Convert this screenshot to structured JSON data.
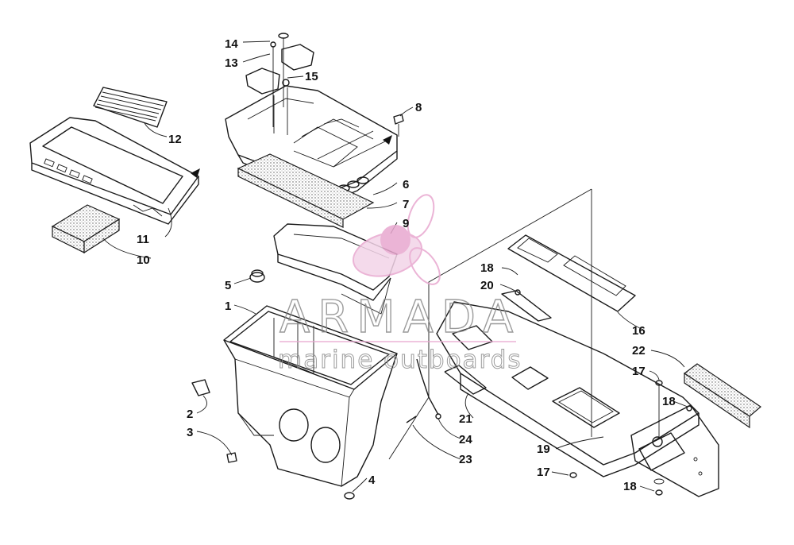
{
  "diagram": {
    "callouts": {
      "c1": "1",
      "c2": "2",
      "c3": "3",
      "c4": "4",
      "c5": "5",
      "c6": "6",
      "c7": "7",
      "c8": "8",
      "c9": "9",
      "c10": "10",
      "c11": "11",
      "c12": "12",
      "c13": "13",
      "c14": "14",
      "c15": "15",
      "c16": "16",
      "c17a": "17",
      "c17b": "17",
      "c18a": "18",
      "c18b": "18",
      "c18c": "18",
      "c19": "19",
      "c20": "20",
      "c21": "21",
      "c22": "22",
      "c23": "23",
      "c24": "24"
    }
  },
  "watermark": {
    "brand": "ARMADA",
    "tagline": "marine outboards",
    "accent_color": "#e8a7cf",
    "line_color": "#8a8a8a"
  }
}
